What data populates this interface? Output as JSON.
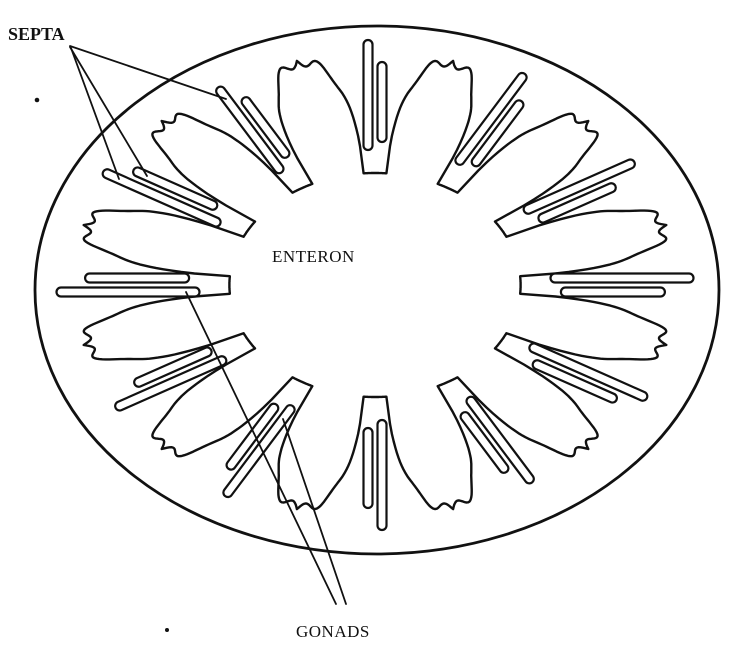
{
  "labels": {
    "septa": "SEPTA",
    "enteron": "ENTERON",
    "gonads": "GONADS"
  },
  "colors": {
    "ink": "#111111",
    "background": "#ffffff"
  }
}
